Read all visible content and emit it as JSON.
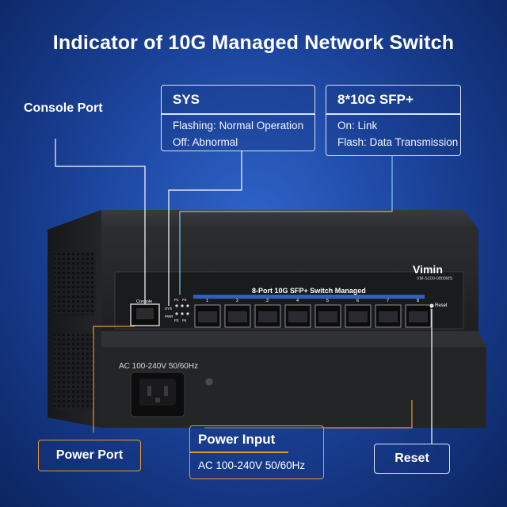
{
  "title": "Indicator of 10G Managed Network Switch",
  "callouts": {
    "console_port": "Console Port",
    "sys": {
      "heading": "SYS",
      "lines": [
        "Flashing: Normal Operation",
        "Off: Abnormal"
      ]
    },
    "sfp": {
      "heading": "8*10G SFP+",
      "lines": [
        "On: Link",
        "Flash: Data Transmission"
      ]
    },
    "power_port": "Power Port",
    "power_input": {
      "heading": "Power Input",
      "line": "AC 100-240V 50/60Hz"
    },
    "reset": "Reset"
  },
  "device": {
    "brand": "Vimin",
    "model": "VM-S100-0800MS",
    "port_title": "8-Port 10G SFP+ Switch Managed",
    "console_label": "Console",
    "reset_label": "Reset",
    "led_labels": [
      "SYS",
      "PWR"
    ],
    "led_port_labels": [
      "P1",
      "P2",
      "P3",
      "P4"
    ],
    "port_numbers": [
      "1",
      "2",
      "3",
      "4",
      "5",
      "6",
      "7",
      "8"
    ],
    "rear_label": "AC 100-240V 50/60Hz"
  },
  "colors": {
    "background": "#1f4aa6",
    "callout_white": "#d9e4f5",
    "callout_orange": "#e49a32",
    "device_body": "#262628",
    "port_stripe": "#2f5fc4"
  }
}
